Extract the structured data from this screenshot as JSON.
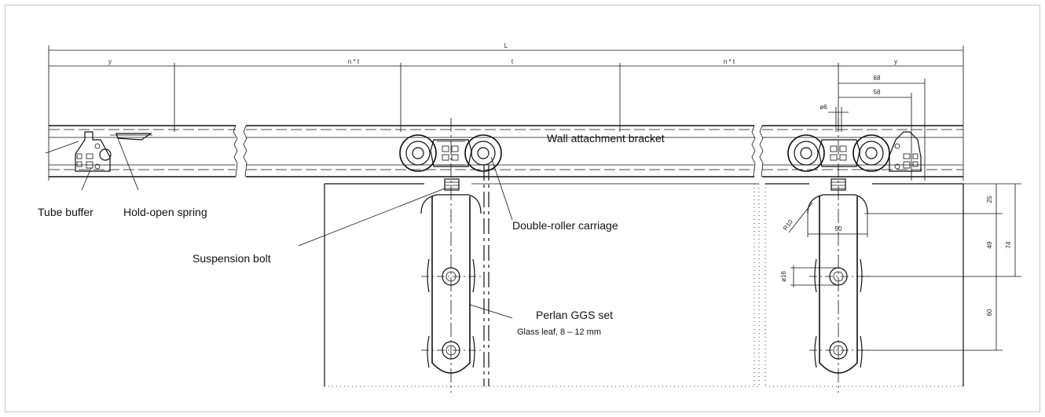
{
  "dimensions": {
    "overall": "L",
    "left_edge": "y",
    "left_spacing": "n * t",
    "center_spacing": "t",
    "right_spacing": "n * t",
    "right_edge": "y",
    "d68": "68",
    "d58": "58",
    "d6": "ø6",
    "d25": "25",
    "d74": "74",
    "d49": "49",
    "d60": "60",
    "d50": "50",
    "r10": "R10",
    "d16": "ø16"
  },
  "labels": {
    "wall_bracket": "Wall attachment bracket",
    "tube_buffer": "Tube buffer",
    "hold_open_spring": "Hold-open spring",
    "double_roller": "Double-roller carriage",
    "suspension_bolt": "Suspension bolt",
    "perlan_set": "Perlan GGS set",
    "glass_leaf": "Glass leaf, 8 – 12 mm"
  },
  "colors": {
    "line": "#111111",
    "frame": "#c8c8c8"
  }
}
